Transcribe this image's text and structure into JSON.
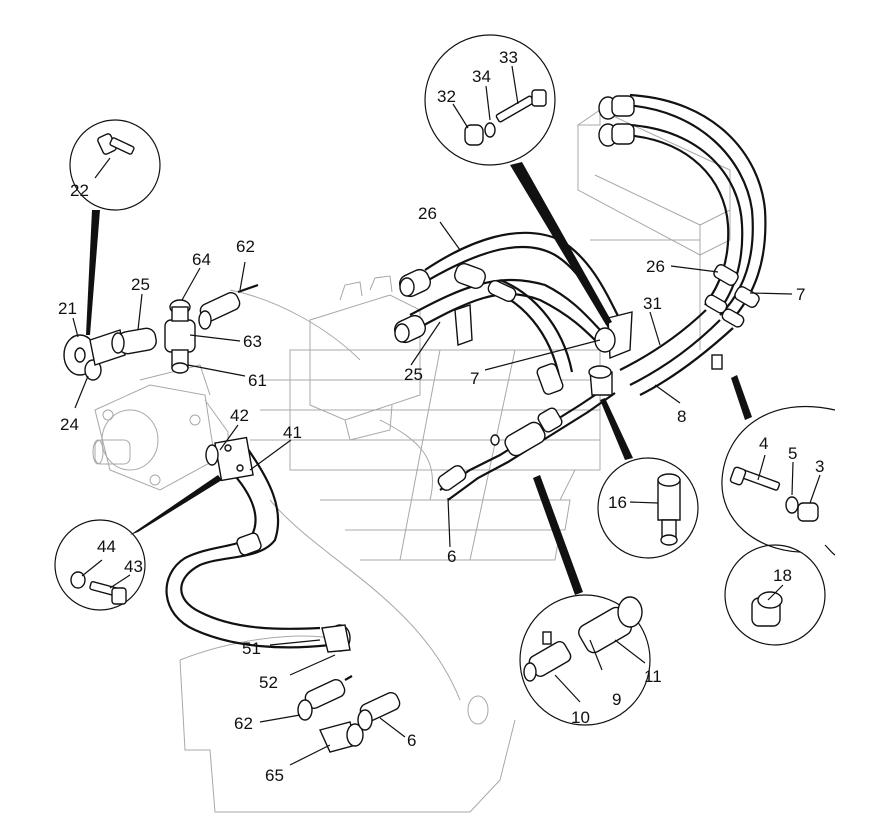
{
  "diagram": {
    "type": "exploded-parts-diagram",
    "line_color": "#111111",
    "ghost_color": "#a8a8a8",
    "callouts": [
      "22",
      "21",
      "24",
      "25",
      "64",
      "62",
      "63",
      "61",
      "42",
      "41",
      "44",
      "43",
      "51",
      "52",
      "62",
      "65",
      "6",
      "26",
      "25",
      "7",
      "31",
      "8",
      "26",
      "7",
      "32",
      "34",
      "33",
      "16",
      "6",
      "9",
      "11",
      "10",
      "4",
      "5",
      "3",
      "18"
    ]
  }
}
